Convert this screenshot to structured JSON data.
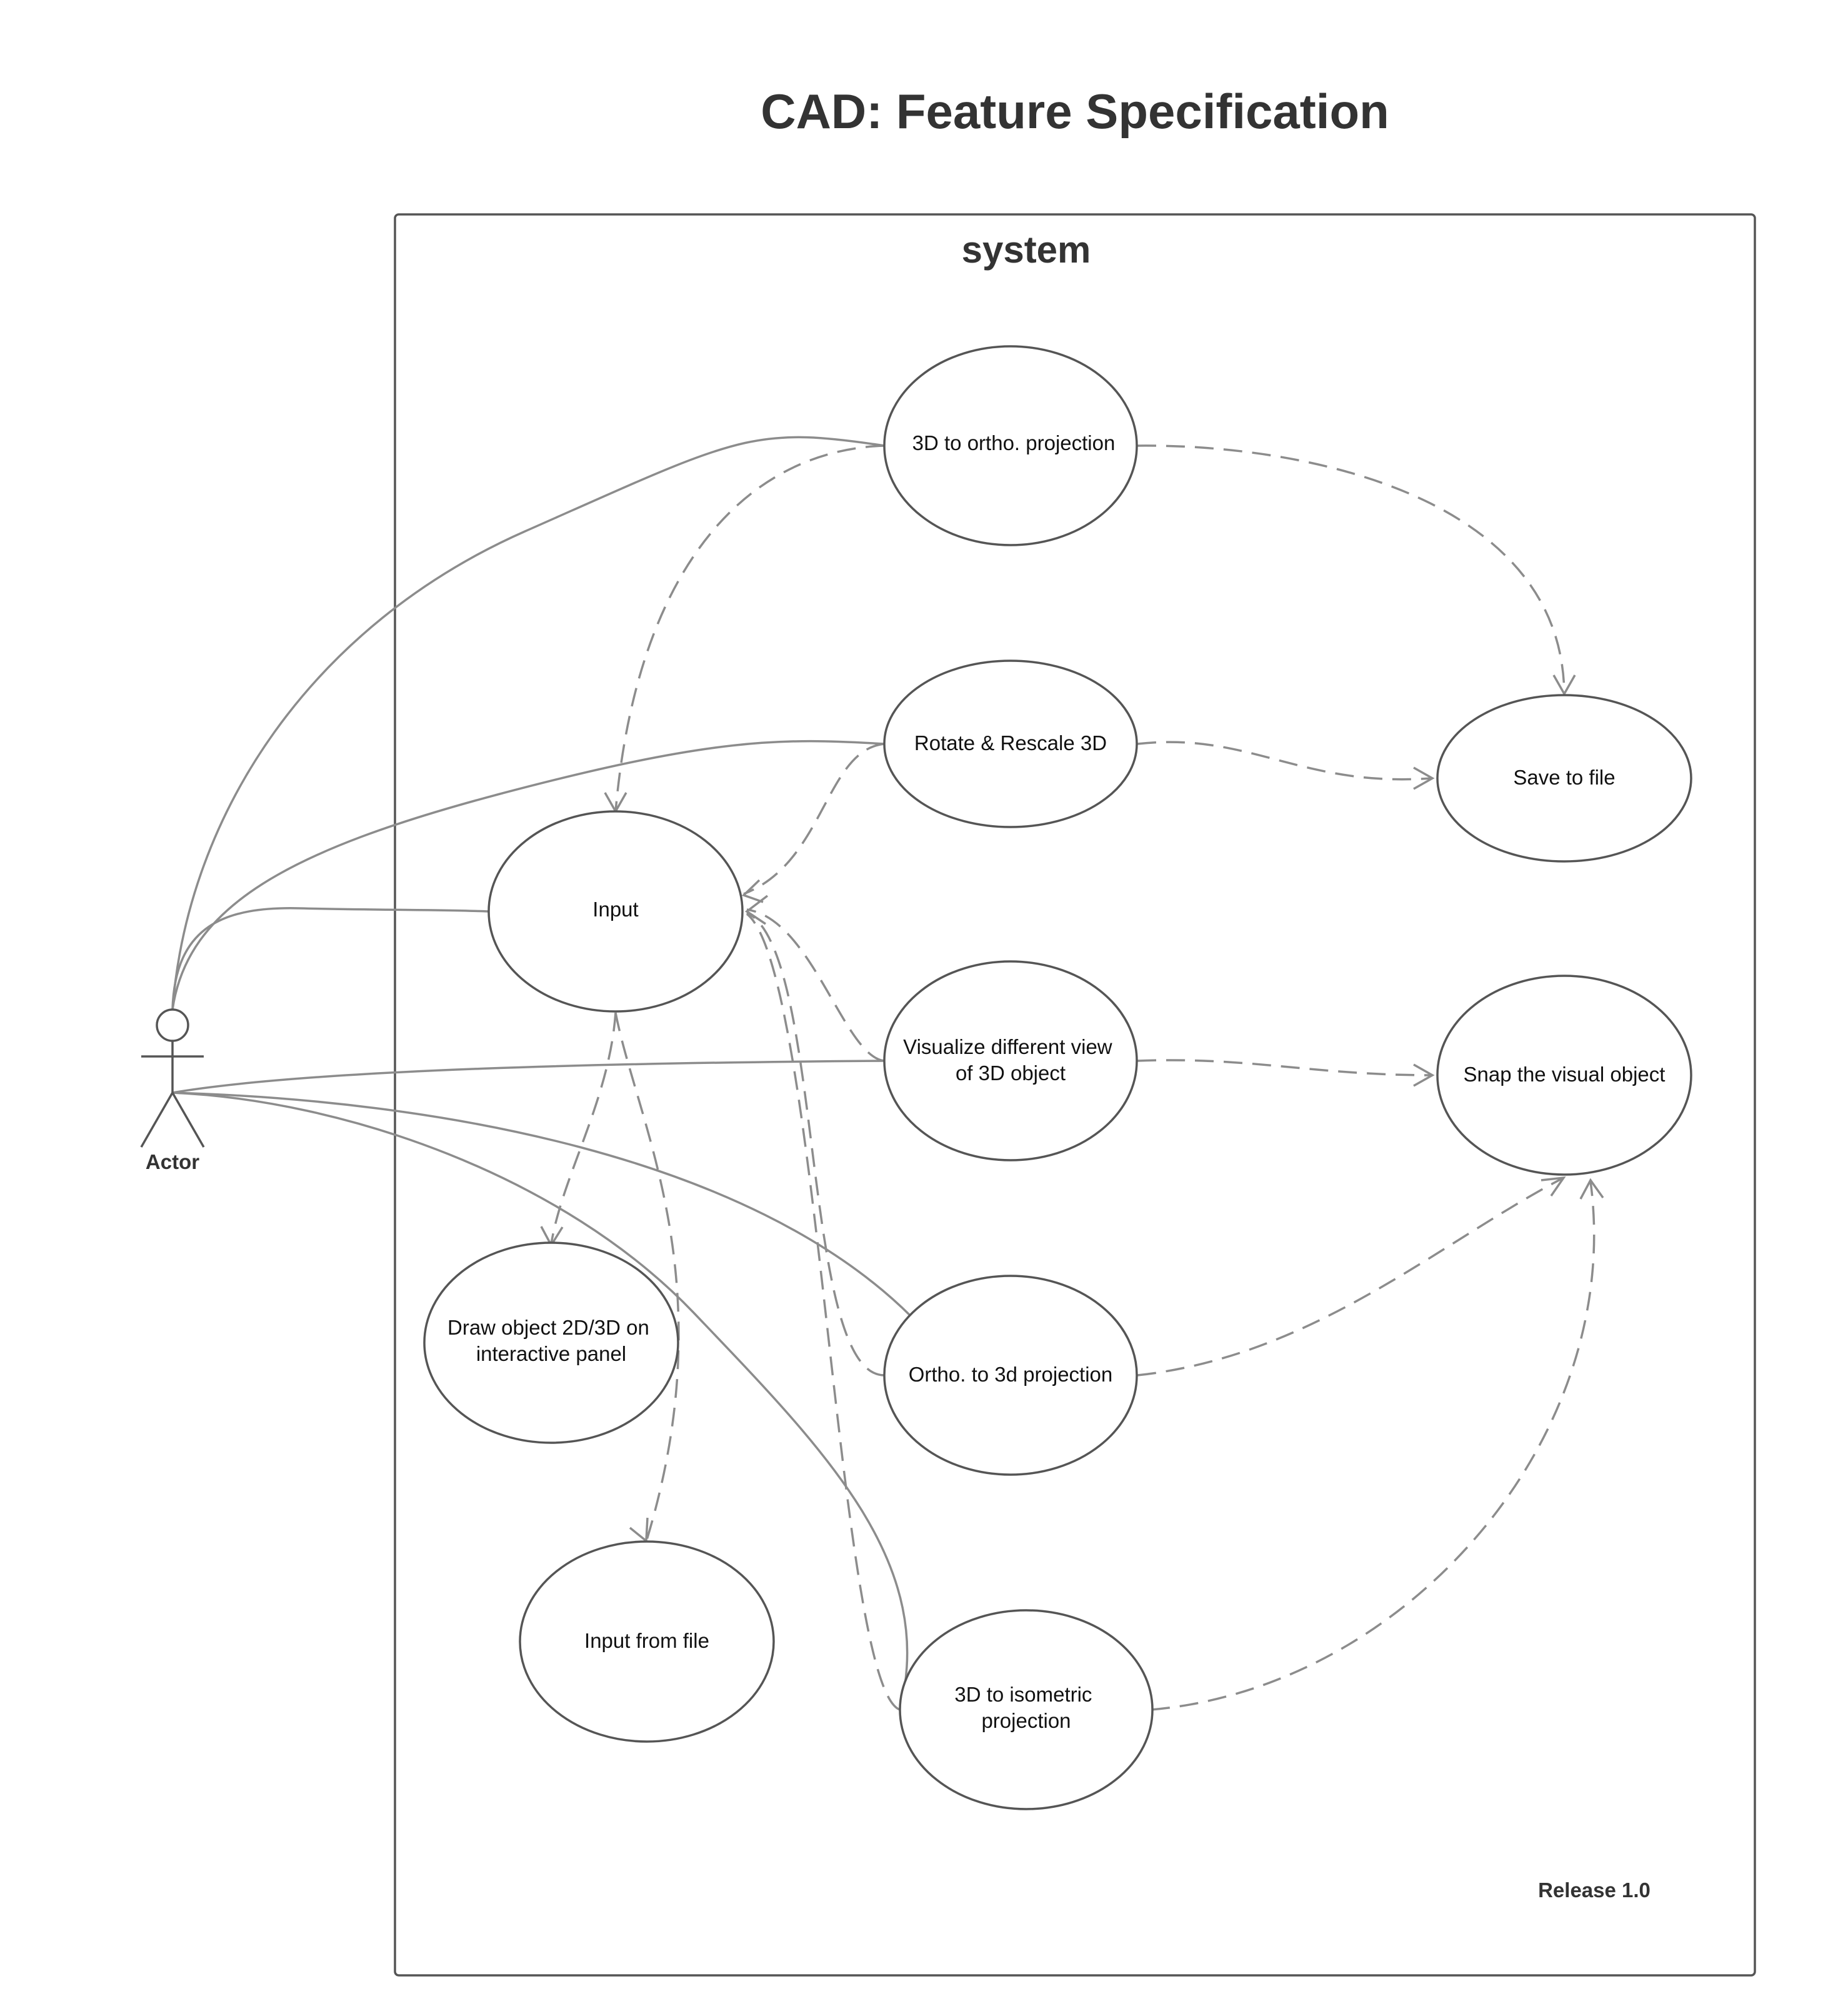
{
  "title": "CAD: Feature Specification",
  "system": {
    "label": "system",
    "release": "Release 1.0"
  },
  "actor": {
    "label": "Actor"
  },
  "use_cases": {
    "uc_3d_ortho": "3D to ortho. projection",
    "uc_rotate": "Rotate & Rescale 3D",
    "uc_save": "Save to file",
    "uc_input": "Input",
    "uc_visualize": [
      "Visualize different view",
      "of 3D object"
    ],
    "uc_snap": "Snap the visual object",
    "uc_draw": [
      "Draw object 2D/3D on",
      "interactive panel"
    ],
    "uc_ortho_3d": "Ortho. to 3d projection",
    "uc_input_file": "Input from file",
    "uc_isometric": [
      "3D to isometric",
      "projection"
    ]
  },
  "colors": {
    "title": "#333333",
    "ellipse_stroke": "#555555",
    "connector": "#8c8c8c"
  },
  "relationships": {
    "associations": [
      [
        "actor",
        "uc_3d_ortho"
      ],
      [
        "actor",
        "uc_rotate"
      ],
      [
        "actor",
        "uc_input"
      ],
      [
        "actor",
        "uc_visualize"
      ],
      [
        "actor",
        "uc_ortho_3d"
      ],
      [
        "actor",
        "uc_isometric"
      ]
    ],
    "dependencies": [
      [
        "uc_3d_ortho",
        "uc_input"
      ],
      [
        "uc_3d_ortho",
        "uc_save"
      ],
      [
        "uc_rotate",
        "uc_input"
      ],
      [
        "uc_rotate",
        "uc_save"
      ],
      [
        "uc_visualize",
        "uc_input"
      ],
      [
        "uc_visualize",
        "uc_snap"
      ],
      [
        "uc_ortho_3d",
        "uc_input"
      ],
      [
        "uc_ortho_3d",
        "uc_snap"
      ],
      [
        "uc_isometric",
        "uc_input"
      ],
      [
        "uc_isometric",
        "uc_snap"
      ],
      [
        "uc_input",
        "uc_draw"
      ],
      [
        "uc_input",
        "uc_input_file"
      ]
    ]
  }
}
